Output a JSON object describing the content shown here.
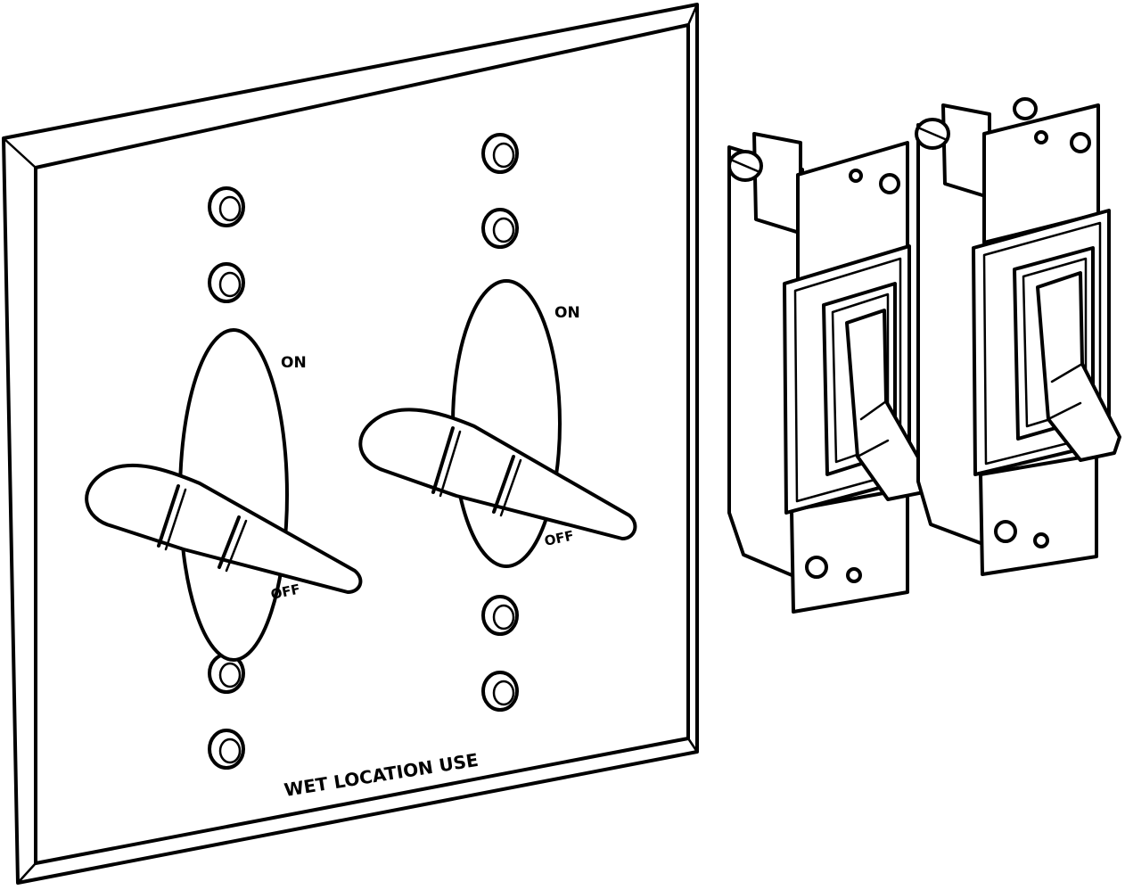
{
  "plate": {
    "label_on_left": "ON",
    "label_off_left": "OFF",
    "label_on_right": "ON",
    "label_off_right": "OFF",
    "footer_label": "WET LOCATION USE"
  },
  "colors": {
    "line": "#000000",
    "background": "#ffffff"
  },
  "icons": [
    "screw-hole-icon",
    "toggle-lever-icon",
    "toggle-switch-device-icon"
  ]
}
